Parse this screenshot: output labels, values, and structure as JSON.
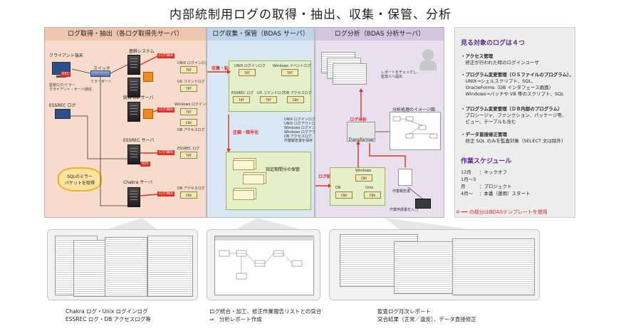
{
  "title": "内部統制用ログの取得・抽出、収集・保管、分析",
  "panels": {
    "acquire": {
      "head": "ログ取得・抽出（各ログ取得先サーバ）",
      "client_terminal": "クライアント端末",
      "switch": "スイッチ",
      "mirror_port": "ミラーポート",
      "capture_note": "監視ログ/ミラー\nクライアント・サーバ通信",
      "essrec_log": "ESSREC ログ",
      "core_system": "基幹システム",
      "unix_login_log": "UNIX ログインログ",
      "unix_command_log": "UX コマンドログ",
      "win_login_log": "Windows ログインログ",
      "integrated_db_server": "統合 DB サーバ",
      "db_access_log": "DB アクセスログ",
      "essrec_server": "ESSREC サーバ",
      "essrec_log2": "ESSREC ログ",
      "chakra_server": "Chakra サーバ",
      "chakra_log": "DB アクセスログ",
      "log_extract": "ログ抽出",
      "cloud_text": "SQLのミラー\nパケットを取得",
      "rec": "REC"
    },
    "collect": {
      "head": "ログ収集・保管（BDAS サーバ）",
      "collect_arrow": "収集・転送",
      "unix_login": "UNIX ログインログ",
      "windows_event": "Windows イベントログ",
      "essrec_log": "ESSREC ログ",
      "ux_command": "UX コマンドログ",
      "db_access": "DB アクセスログ",
      "compress_arrow": "圧縮・暗号化",
      "store_note": "UNIX ログインログ、\nUNIX ログアウトログ、\nWindows ログインログ、\nWindows ログアウトログ、\nDB アクセスログ、\n作業報告書を保存",
      "period_store": "指定期間分の保管",
      "txt": "TXT",
      "csv": "CSV"
    },
    "analyze": {
      "head": "ログ分析（BDAS 分析サーバ）",
      "report_note": "レポートをチェックし、\n監査人へ提出",
      "log_analysis": "ログ分析",
      "analysis_image": "分析処理のイメージ図",
      "log_combine_csv": "ログ統合 CSV",
      "windows": "Windows",
      "db": "DB",
      "unix": "Unix",
      "work_report": "作業報告書",
      "work_report_input": "作業申請書を入力",
      "product_label": "Transformer",
      "csv": "CSV"
    }
  },
  "info": {
    "title": "見る対象のログは４つ",
    "items": [
      {
        "head": "・アクセス管理",
        "body": "　修正が行われた時のログインユーザ"
      },
      {
        "head": "・プログラム変更管理（ＯＳファイルのプログラム）、",
        "body": "　UNIX→シェルスクリプト、SQL、\n　OracleForms（DB インタフェース画面）\n　Windows→バッチや VB 等のスクリプト、SQL"
      },
      {
        "head": "・プログラム変更管理（ＤＢ内部のプログラム）",
        "body": "　プロシージャ、ファンクション、パッケージ等、\n　ビュー、テーブルも含む"
      },
      {
        "head": "・データ直接修正管理",
        "body": "　修正 SQL のみを監査対象（SELECT 文は除外）"
      }
    ],
    "schedule_title": "作業スケジュール",
    "schedule": [
      {
        "month": "12月",
        "task": "：キックオフ"
      },
      {
        "month": "1月～3月",
        "task": "：プロジェクト"
      },
      {
        "month": "4月～",
        "task": "：本番（運用）スタート"
      }
    ],
    "template_note": "※ ━━ の部分はBDASテンプレートを使用"
  },
  "captions": {
    "left": [
      "Chakra ログ・Unix ログインログ",
      "ESSREC ログ・DB アクセスログ等"
    ],
    "middle": [
      "ログ統合・加工、修正作業報告リストとの突合",
      "⇒　分析レポート作成"
    ],
    "right": [
      "監査ログ月次レポート",
      "突合結果（正常／違反）、データ直接修正"
    ]
  },
  "colors": {
    "acquire_bg": "#f7dccb",
    "collect_bg": "#d9e7f4",
    "analyze_bg": "#e8e0ee",
    "accent_red": "#e32d22",
    "accent_purple": "#5a2c8c"
  }
}
